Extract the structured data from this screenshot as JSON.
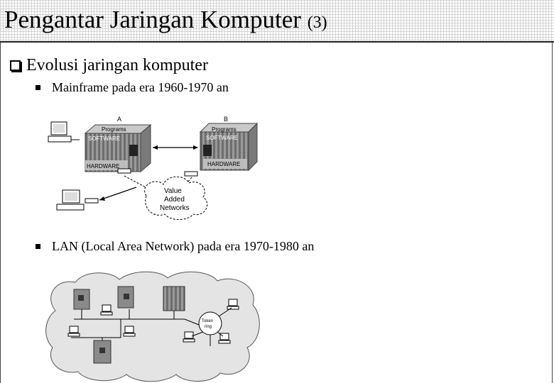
{
  "slide": {
    "title_main": "Pengantar Jaringan Komputer",
    "title_num": "(3)"
  },
  "content": {
    "heading": "Evolusi jaringan komputer",
    "items": [
      "Mainframe pada era 1960-1970 an",
      "LAN (Local Area Network) pada era 1970-1980 an"
    ]
  },
  "diagram_mainframe": {
    "host_a": {
      "letter": "A",
      "programs": "Programs",
      "software": "SOFTWARE",
      "hardware": "HARDWARE"
    },
    "host_b": {
      "letter": "B",
      "programs": "Programs",
      "software": "SOFTWARE",
      "hardware": "HARDWARE"
    },
    "cloud": [
      "Value",
      "Added",
      "Networks"
    ]
  },
  "diagram_lan": {
    "ring_label": [
      "Token",
      "ring"
    ]
  }
}
